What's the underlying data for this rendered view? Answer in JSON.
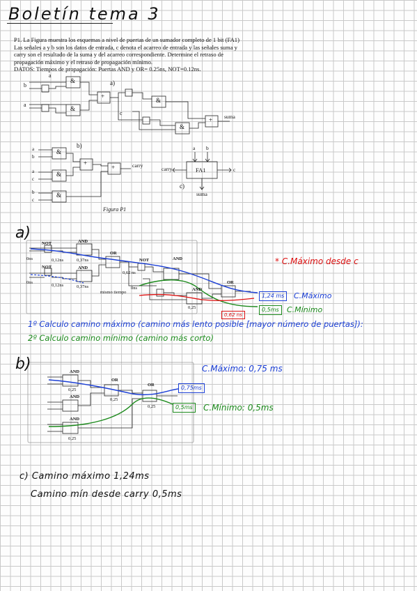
{
  "title": "Boletín tema 3",
  "problem": {
    "lines": [
      "P1. La Figura muestra los esquemas a nivel de puertas de un sumador completo de 1 bit (FA1)",
      "Las señales a y b son los datos de entrada, c denota el acarreo de entrada y las señales suma y",
      "carry son el resultado de la suma y del acarreo correspondiente. Determine el retraso de",
      "propagación máximo y el retraso de propagación mínimo.",
      "DATOS: Tiempos de propagación: Puertas AND y OR= 0.25ns, NOT=0.12ns."
    ]
  },
  "figure": {
    "label_a": "a)",
    "label_b": "b)",
    "label_c": "c)",
    "in_a": "a",
    "in_b": "b",
    "in_c": "c",
    "and_sym": "&",
    "or_sym": "+",
    "suma": "suma",
    "carry": "carry",
    "fa1": "FA1",
    "caption": "Figura P1"
  },
  "section_a": {
    "marker": "a)",
    "not_label": "NOT",
    "and_label": "AND",
    "or_label": "OR",
    "t0": "0ns",
    "t012": "0,12ns",
    "t037": "0,37ns",
    "t025": "0,25",
    "t062": "0,62 ns",
    "mismo_tiempo": "mismo tiempo",
    "max_box": "1,24 ms",
    "max_label": "C.Máximo",
    "min_box": "0,5ms",
    "min_label": "C.Mínimo",
    "red_note": "* C.Máximo desde c",
    "step1": "1º Calculo camino máximo (camino más lento posible [mayor número de puertas]):",
    "step2": "2º Calculo camino mínimo (camino más corto)"
  },
  "section_b": {
    "marker": "b)",
    "and_label": "AND",
    "or_label": "OR",
    "t025": "0,25",
    "max_box": "0,75ms",
    "min_box": "0,5ms",
    "max_label": "C.Máximo: 0,75 ms",
    "min_label": "C.Mínimo: 0,5ms"
  },
  "section_c": {
    "line1": "c) Camino máximo 1,24ms",
    "line2": "Camino mín desde carry 0,5ms"
  },
  "colors": {
    "red": "#d11",
    "blue": "#1b3fd6",
    "green": "#1c8a1c"
  }
}
